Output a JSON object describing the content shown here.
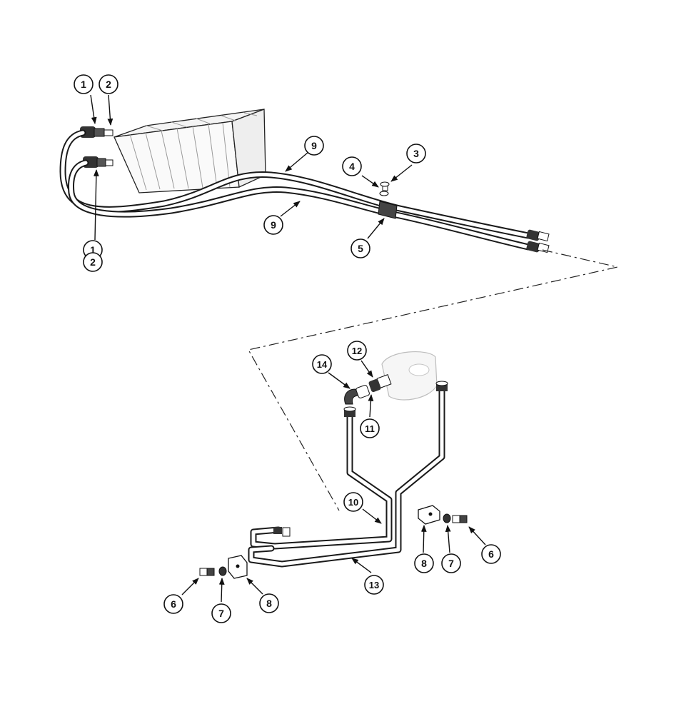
{
  "diagram": {
    "callouts": [
      {
        "label": "1"
      },
      {
        "label": "2"
      },
      {
        "label": "1"
      },
      {
        "label": "2"
      },
      {
        "label": "9"
      },
      {
        "label": "9"
      },
      {
        "label": "4"
      },
      {
        "label": "3"
      },
      {
        "label": "5"
      },
      {
        "label": "12"
      },
      {
        "label": "14"
      },
      {
        "label": "11"
      },
      {
        "label": "10"
      },
      {
        "label": "13"
      },
      {
        "label": "8"
      },
      {
        "label": "7"
      },
      {
        "label": "6"
      },
      {
        "label": "6"
      },
      {
        "label": "7"
      },
      {
        "label": "8"
      }
    ],
    "colors": {
      "line": "#1a1a1a",
      "fill": "#ffffff",
      "shade": "#d8d8d8"
    }
  }
}
